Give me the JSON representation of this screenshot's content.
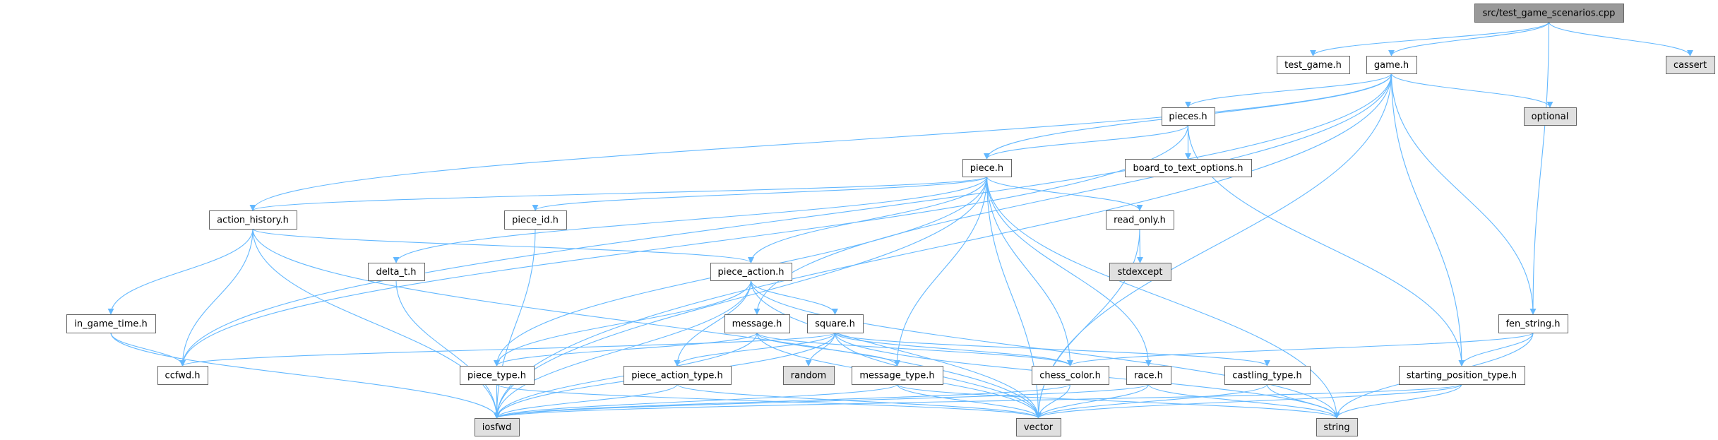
{
  "graph": {
    "colors": {
      "edge": "#63b8ff",
      "root_fill": "#999999",
      "header_fill": "#ffffff",
      "system_fill": "#e0e0e0",
      "border": "#666666"
    },
    "nodes": [
      {
        "id": "root",
        "label": "src/test_game_scenarios.cpp",
        "kind": "root"
      },
      {
        "id": "test_game",
        "label": "test_game.h",
        "kind": "header"
      },
      {
        "id": "game",
        "label": "game.h",
        "kind": "header"
      },
      {
        "id": "cassert",
        "label": "cassert",
        "kind": "system"
      },
      {
        "id": "pieces",
        "label": "pieces.h",
        "kind": "header"
      },
      {
        "id": "optional",
        "label": "optional",
        "kind": "system"
      },
      {
        "id": "piece",
        "label": "piece.h",
        "kind": "header"
      },
      {
        "id": "board_to_text_options",
        "label": "board_to_text_options.h",
        "kind": "header"
      },
      {
        "id": "action_history",
        "label": "action_history.h",
        "kind": "header"
      },
      {
        "id": "piece_id",
        "label": "piece_id.h",
        "kind": "header"
      },
      {
        "id": "read_only",
        "label": "read_only.h",
        "kind": "header"
      },
      {
        "id": "delta_t",
        "label": "delta_t.h",
        "kind": "header"
      },
      {
        "id": "piece_action",
        "label": "piece_action.h",
        "kind": "header"
      },
      {
        "id": "stdexcept",
        "label": "stdexcept",
        "kind": "system"
      },
      {
        "id": "in_game_time",
        "label": "in_game_time.h",
        "kind": "header"
      },
      {
        "id": "message",
        "label": "message.h",
        "kind": "header"
      },
      {
        "id": "square",
        "label": "square.h",
        "kind": "header"
      },
      {
        "id": "fen_string",
        "label": "fen_string.h",
        "kind": "header"
      },
      {
        "id": "ccfwd",
        "label": "ccfwd.h",
        "kind": "header"
      },
      {
        "id": "piece_type",
        "label": "piece_type.h",
        "kind": "header"
      },
      {
        "id": "piece_action_type",
        "label": "piece_action_type.h",
        "kind": "header"
      },
      {
        "id": "random",
        "label": "random",
        "kind": "system"
      },
      {
        "id": "message_type",
        "label": "message_type.h",
        "kind": "header"
      },
      {
        "id": "chess_color",
        "label": "chess_color.h",
        "kind": "header"
      },
      {
        "id": "race",
        "label": "race.h",
        "kind": "header"
      },
      {
        "id": "castling_type",
        "label": "castling_type.h",
        "kind": "header"
      },
      {
        "id": "starting_position_type",
        "label": "starting_position_type.h",
        "kind": "header"
      },
      {
        "id": "iosfwd",
        "label": "iosfwd",
        "kind": "system"
      },
      {
        "id": "vector",
        "label": "vector",
        "kind": "system"
      },
      {
        "id": "string",
        "label": "string",
        "kind": "system"
      }
    ],
    "edges": [
      [
        "root",
        "test_game"
      ],
      [
        "root",
        "game"
      ],
      [
        "root",
        "fen_string"
      ],
      [
        "root",
        "cassert"
      ],
      [
        "game",
        "iosfwd"
      ],
      [
        "game",
        "ccfwd"
      ],
      [
        "game",
        "action_history"
      ],
      [
        "game",
        "pieces"
      ],
      [
        "game",
        "piece"
      ],
      [
        "game",
        "message"
      ],
      [
        "game",
        "optional"
      ],
      [
        "game",
        "starting_position_type"
      ],
      [
        "game",
        "fen_string"
      ],
      [
        "game",
        "vector"
      ],
      [
        "pieces",
        "ccfwd"
      ],
      [
        "pieces",
        "piece"
      ],
      [
        "pieces",
        "board_to_text_options"
      ],
      [
        "pieces",
        "starting_position_type"
      ],
      [
        "piece",
        "action_history"
      ],
      [
        "piece",
        "piece_id"
      ],
      [
        "piece",
        "delta_t"
      ],
      [
        "piece",
        "iosfwd"
      ],
      [
        "piece",
        "piece_action"
      ],
      [
        "piece",
        "piece_type"
      ],
      [
        "piece",
        "message_type"
      ],
      [
        "piece",
        "chess_color"
      ],
      [
        "piece",
        "race"
      ],
      [
        "piece",
        "read_only"
      ],
      [
        "piece",
        "vector"
      ],
      [
        "piece",
        "string"
      ],
      [
        "read_only",
        "stdexcept"
      ],
      [
        "read_only",
        "vector"
      ],
      [
        "action_history",
        "in_game_time"
      ],
      [
        "action_history",
        "ccfwd"
      ],
      [
        "action_history",
        "iosfwd"
      ],
      [
        "action_history",
        "vector"
      ],
      [
        "action_history",
        "piece_action"
      ],
      [
        "piece_id",
        "iosfwd"
      ],
      [
        "delta_t",
        "iosfwd"
      ],
      [
        "piece_action",
        "iosfwd"
      ],
      [
        "piece_action",
        "piece_type"
      ],
      [
        "piece_action",
        "piece_action_type"
      ],
      [
        "piece_action",
        "square"
      ],
      [
        "piece_action",
        "vector"
      ],
      [
        "piece_action",
        "string"
      ],
      [
        "in_game_time",
        "ccfwd"
      ],
      [
        "in_game_time",
        "iosfwd"
      ],
      [
        "message",
        "piece_type"
      ],
      [
        "message",
        "iosfwd"
      ],
      [
        "message",
        "message_type"
      ],
      [
        "message",
        "chess_color"
      ],
      [
        "message",
        "vector"
      ],
      [
        "square",
        "ccfwd"
      ],
      [
        "square",
        "iosfwd"
      ],
      [
        "square",
        "piece_action_type"
      ],
      [
        "square",
        "random"
      ],
      [
        "square",
        "chess_color"
      ],
      [
        "square",
        "castling_type"
      ],
      [
        "square",
        "vector"
      ],
      [
        "square",
        "string"
      ],
      [
        "piece_type",
        "iosfwd"
      ],
      [
        "piece_type",
        "vector"
      ],
      [
        "piece_action_type",
        "iosfwd"
      ],
      [
        "piece_action_type",
        "vector"
      ],
      [
        "message_type",
        "iosfwd"
      ],
      [
        "message_type",
        "vector"
      ],
      [
        "message_type",
        "string"
      ],
      [
        "chess_color",
        "iosfwd"
      ],
      [
        "chess_color",
        "vector"
      ],
      [
        "race",
        "iosfwd"
      ],
      [
        "race",
        "vector"
      ],
      [
        "race",
        "string"
      ],
      [
        "castling_type",
        "vector"
      ],
      [
        "castling_type",
        "string"
      ],
      [
        "fen_string",
        "chess_color"
      ],
      [
        "fen_string",
        "starting_position_type"
      ],
      [
        "fen_string",
        "string"
      ],
      [
        "starting_position_type",
        "iosfwd"
      ],
      [
        "starting_position_type",
        "vector"
      ],
      [
        "starting_position_type",
        "string"
      ]
    ]
  }
}
